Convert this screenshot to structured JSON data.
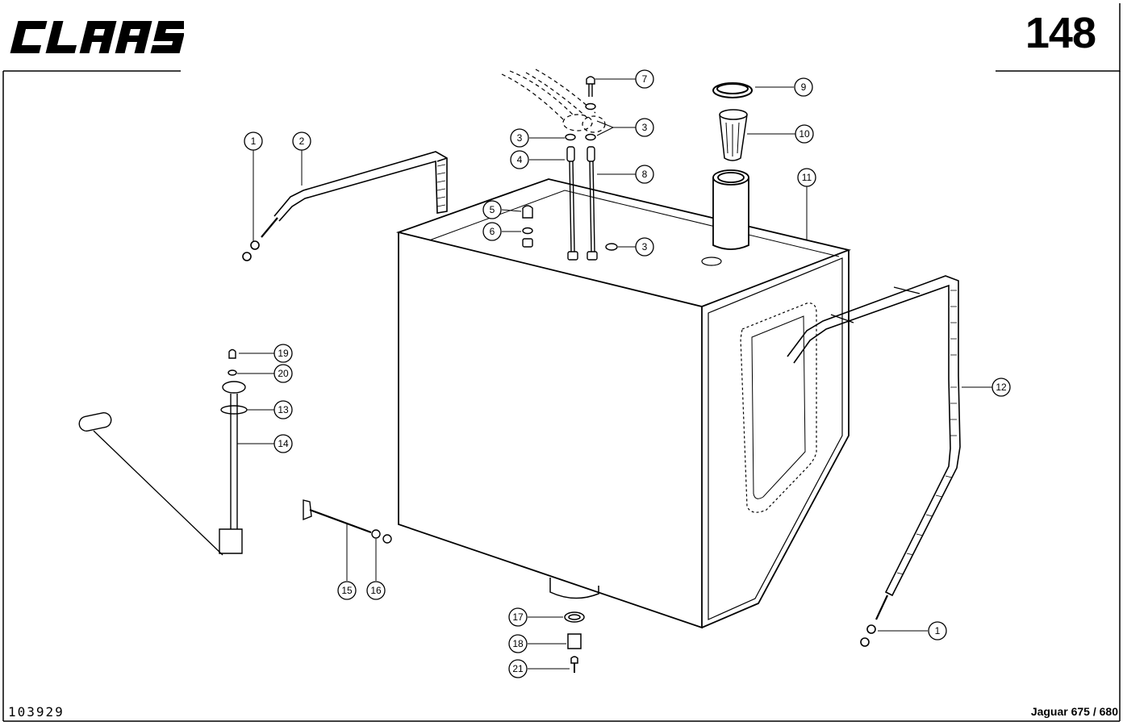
{
  "header": {
    "brand": "CLAAS",
    "page_number": "148"
  },
  "footer": {
    "drawing_number": "103929",
    "model": "Jaguar 675 / 680"
  },
  "callouts": [
    {
      "id": "c1a",
      "label": "1"
    },
    {
      "id": "c2",
      "label": "2"
    },
    {
      "id": "c7",
      "label": "7"
    },
    {
      "id": "c9",
      "label": "9"
    },
    {
      "id": "c3a",
      "label": "3"
    },
    {
      "id": "c3b",
      "label": "3"
    },
    {
      "id": "c10",
      "label": "10"
    },
    {
      "id": "c4",
      "label": "4"
    },
    {
      "id": "c8",
      "label": "8"
    },
    {
      "id": "c11",
      "label": "11"
    },
    {
      "id": "c5",
      "label": "5"
    },
    {
      "id": "c6",
      "label": "6"
    },
    {
      "id": "c3c",
      "label": "3"
    },
    {
      "id": "c19",
      "label": "19"
    },
    {
      "id": "c20",
      "label": "20"
    },
    {
      "id": "c13",
      "label": "13"
    },
    {
      "id": "c14",
      "label": "14"
    },
    {
      "id": "c12",
      "label": "12"
    },
    {
      "id": "c15",
      "label": "15"
    },
    {
      "id": "c16",
      "label": "16"
    },
    {
      "id": "c17",
      "label": "17"
    },
    {
      "id": "c18",
      "label": "18"
    },
    {
      "id": "c21",
      "label": "21"
    },
    {
      "id": "c1b",
      "label": "1"
    }
  ]
}
